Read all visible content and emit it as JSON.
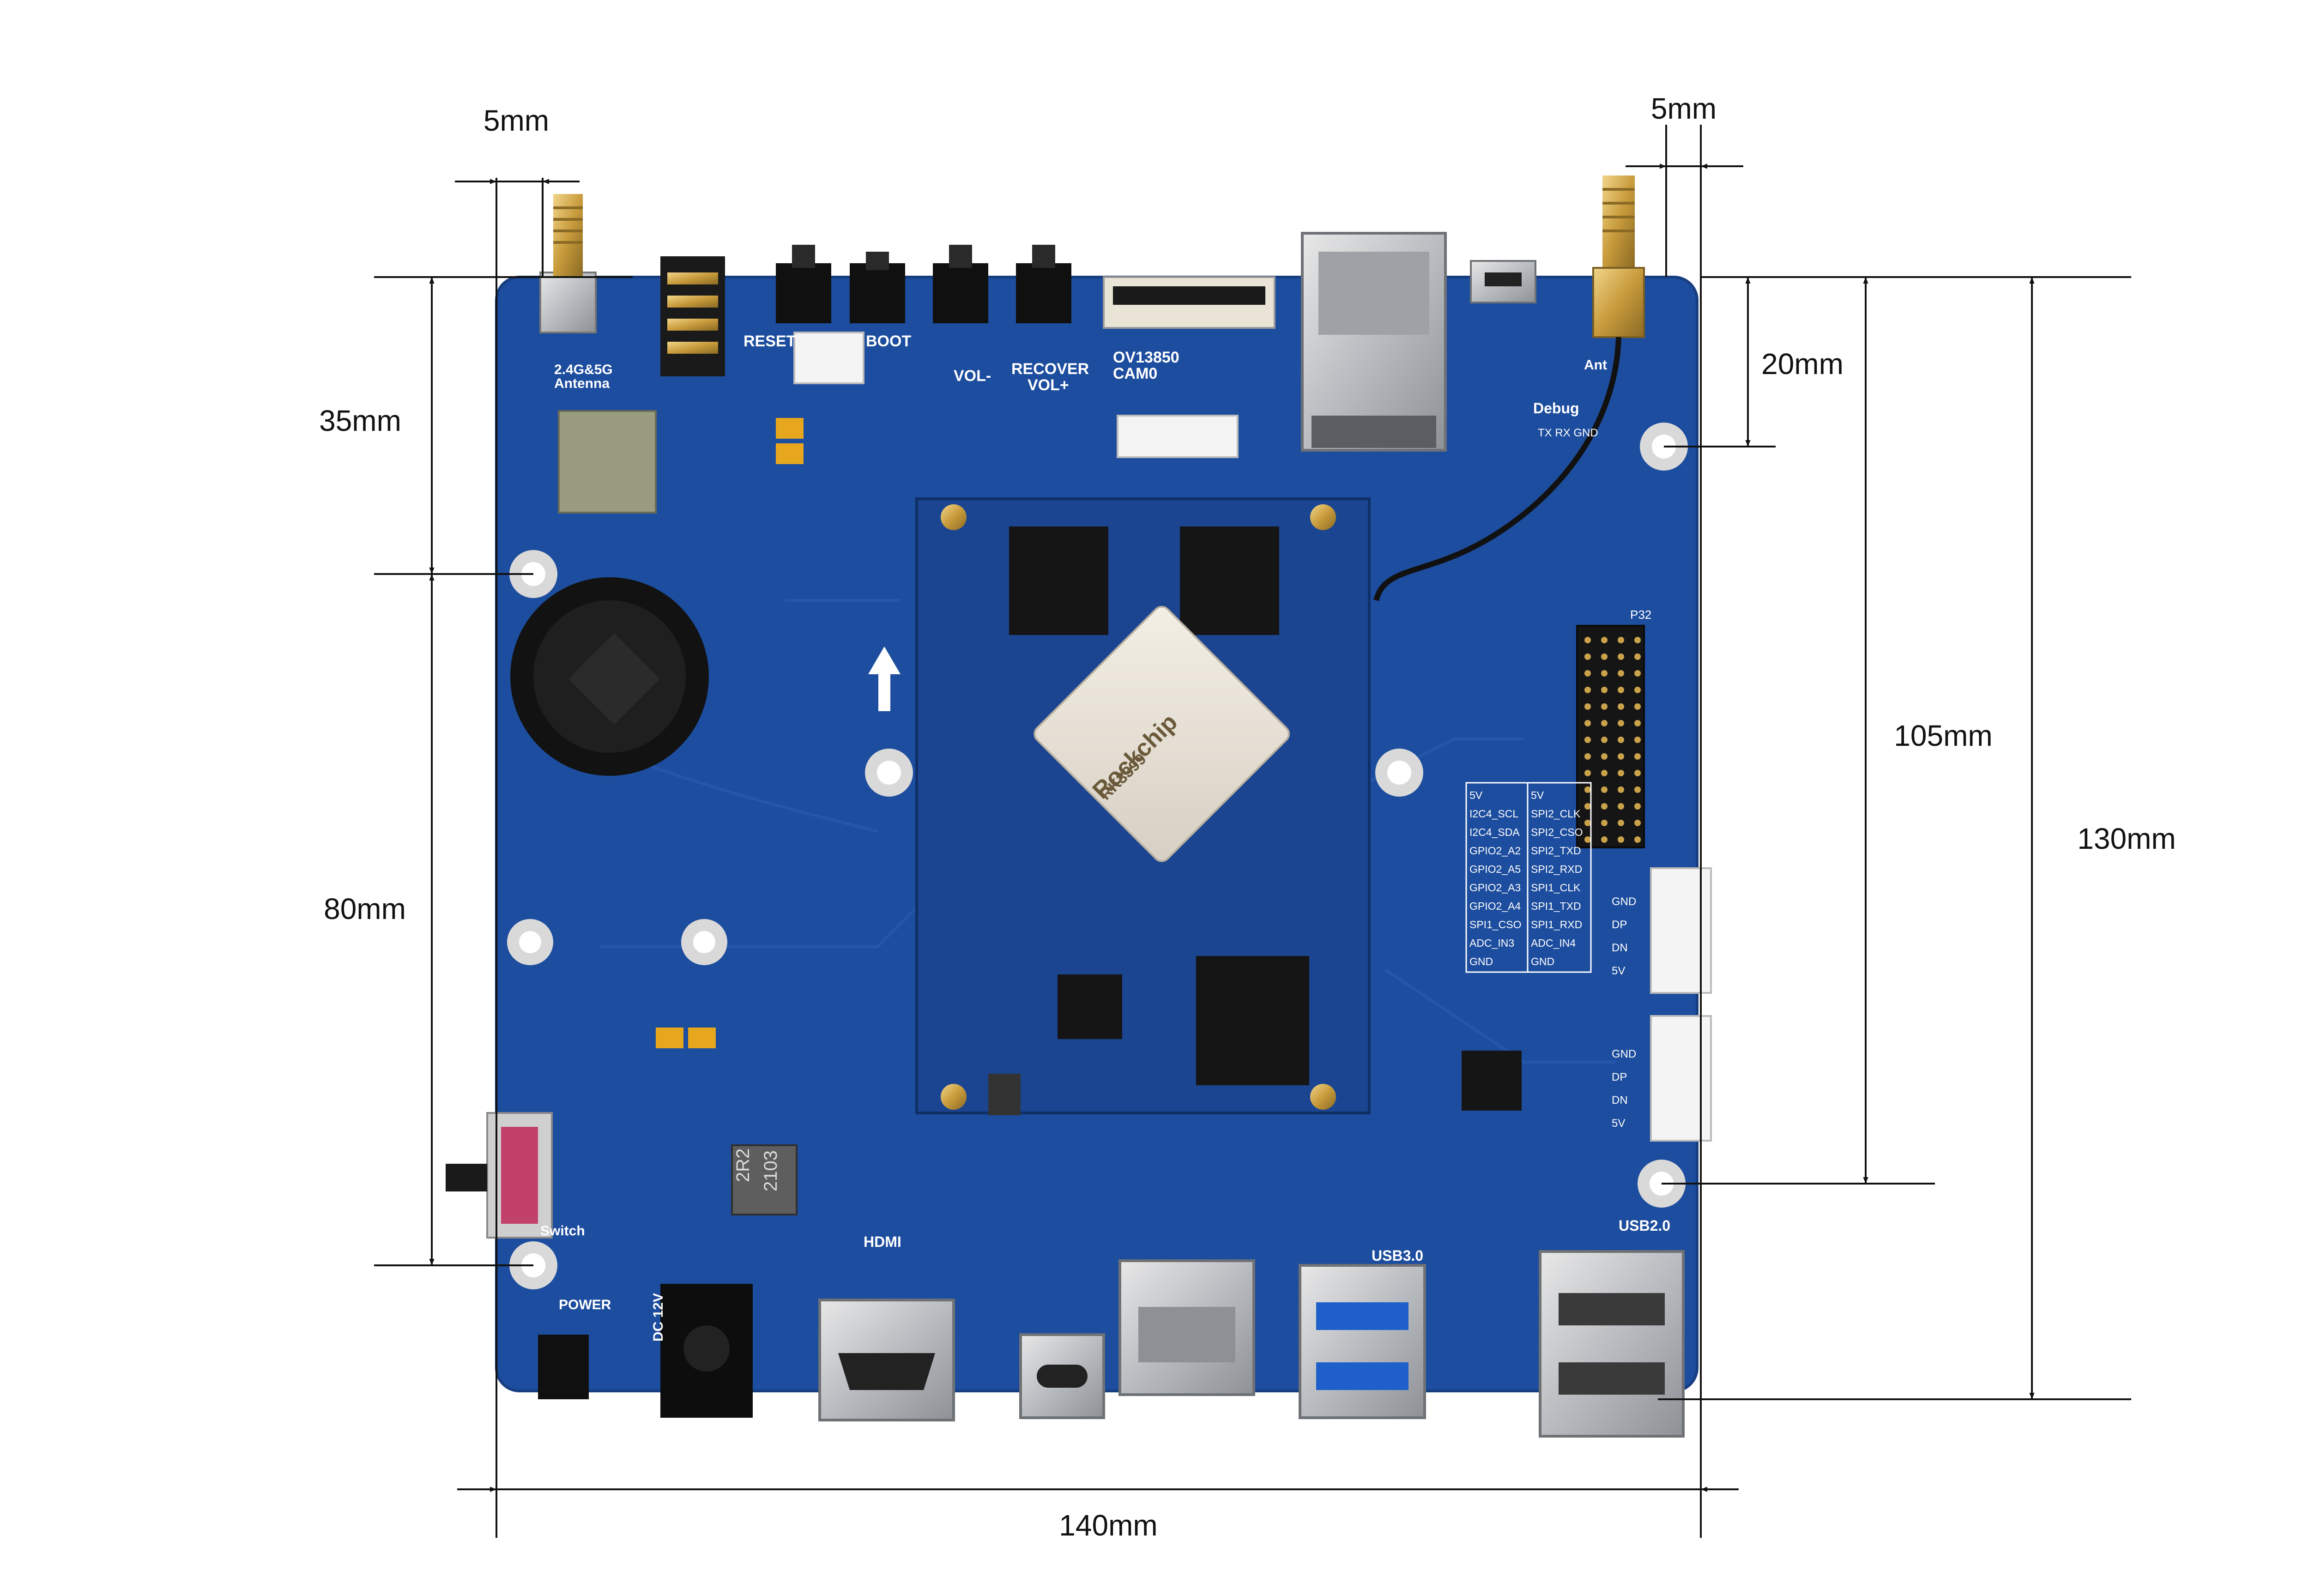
{
  "dimensions": {
    "left_antenna_offset": "5mm",
    "right_antenna_offset": "5mm",
    "left_upper_hole": "35mm",
    "left_lower_holes": "80mm",
    "right_upper_hole": "20mm",
    "right_holes_span": "105mm",
    "board_height": "130mm",
    "board_width": "140mm"
  },
  "board": {
    "color": "#1d4d9e",
    "labels": {
      "reset": "RESET",
      "boot": "BOOT",
      "vol_minus": "VOL-",
      "recover": "RECOVER",
      "vol_plus": "VOL+",
      "camera": "OV13850",
      "camera_port": "CAM0",
      "antenna_left": "2.4G&5G",
      "antenna_left_sub": "Antenna",
      "antenna_right": "Ant",
      "debug": "Debug",
      "debug_pins": "TX RX GND",
      "hdmi": "HDMI",
      "usb3": "USB3.0",
      "usb2": "USB2.0",
      "power": "POWER",
      "dc": "DC 12V",
      "switch": "Switch",
      "soc_brand": "Rockchip",
      "soc_model": "RK3399",
      "inductor_top": "2R2",
      "inductor_bottom": "2103",
      "header_name": "P32"
    },
    "gpio_table": [
      [
        "5V",
        "5V"
      ],
      [
        "I2C4_SCL",
        "SPI2_CLK"
      ],
      [
        "I2C4_SDA",
        "SPI2_CSO"
      ],
      [
        "GPIO2_A2",
        "SPI2_TXD"
      ],
      [
        "GPIO2_A5",
        "SPI2_RXD"
      ],
      [
        "GPIO2_A3",
        "SPI1_CLK"
      ],
      [
        "GPIO2_A4",
        "SPI1_TXD"
      ],
      [
        "SPI1_CSO",
        "SPI1_RXD"
      ],
      [
        "ADC_IN3",
        "ADC_IN4"
      ],
      [
        "GND",
        "GND"
      ]
    ],
    "usb_header_pins": [
      "GND",
      "DP",
      "DN",
      "5V"
    ]
  }
}
